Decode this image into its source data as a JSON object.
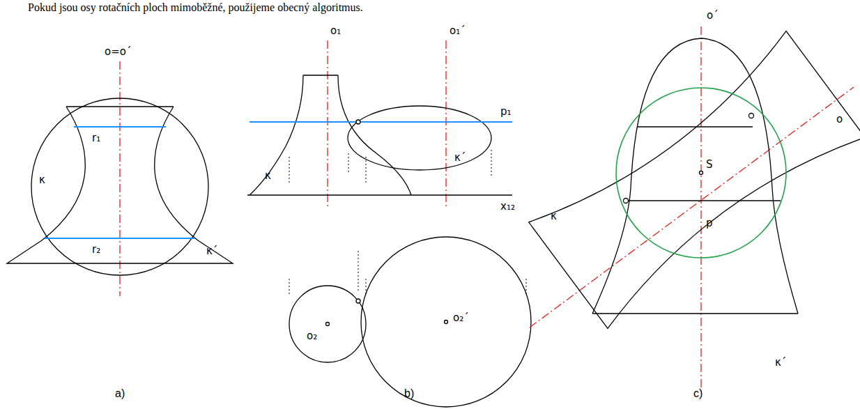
{
  "diagram": {
    "labels": [
      "Pokud jsou osy rotačních ploch mimoběžné, použijeme obecný algoritmus.",
      "o=o´",
      "r₁",
      "r₂",
      "κ",
      "κ´",
      "a)",
      "o₁",
      "o₁´",
      "p₁",
      "κ",
      "κ´",
      "x₁₂",
      "o₂",
      "o₂´",
      "b)",
      "o´",
      "o",
      "S",
      "p",
      "κ",
      "κ´",
      "c)"
    ]
  }
}
